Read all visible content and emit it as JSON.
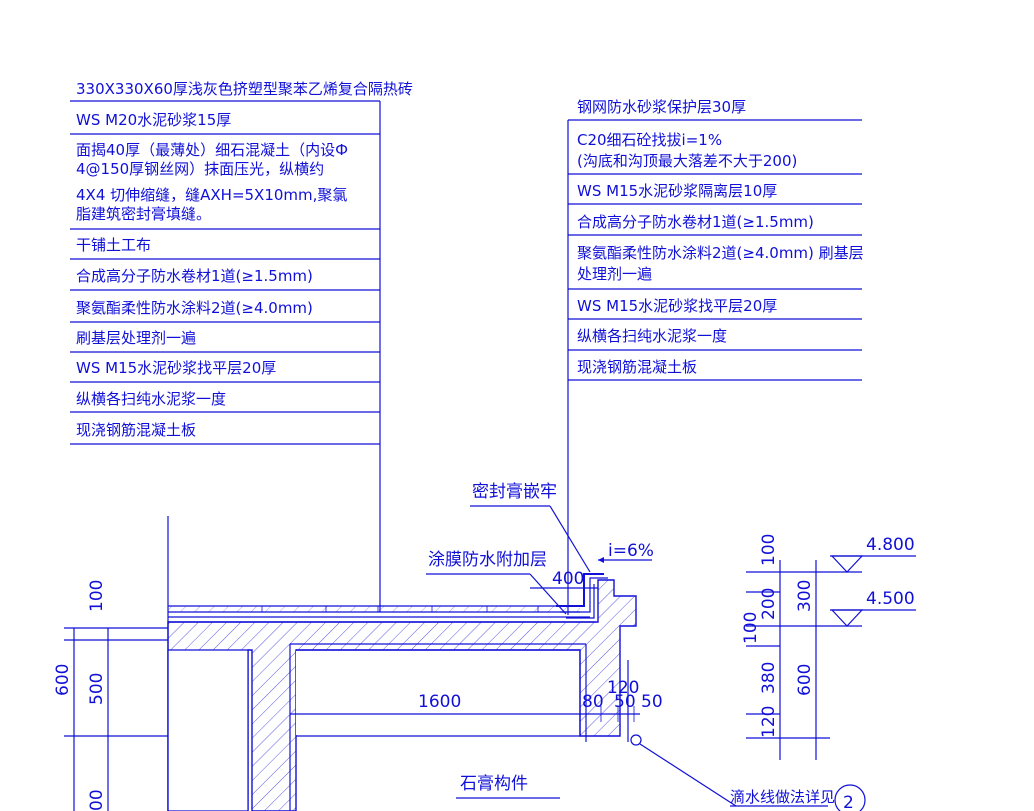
{
  "left_notes": [
    "330X330X60厚浅灰色挤塑型聚苯乙烯复合隔热砖",
    "WS M20水泥砂浆15厚",
    "面揭40厚（最薄处）细石混凝土（内设Ф",
    "4@150厚钢丝网）抹面压光，纵横约",
    "4X4 切伸缩缝，缝AXH=5X10mm,聚氯",
    "脂建筑密封膏填缝。",
    "干铺土工布",
    "合成高分子防水卷材1道(≥1.5mm)",
    "聚氨酯柔性防水涂料2道(≥4.0mm)",
    "刷基层处理剂一遍",
    "WS M15水泥砂浆找平层20厚",
    "纵横各扫纯水泥浆一度",
    "现浇钢筋混凝土板"
  ],
  "right_notes": [
    "钢网防水砂浆保护层30厚",
    "C20细石砼找拔i=1%",
    "(沟底和沟顶最大落差不大于200)",
    "WS M15水泥砂浆隔离层10厚",
    "合成高分子防水卷材1道(≥1.5mm)",
    "聚氨酯柔性防水涂料2道(≥4.0mm) 刷基层",
    "处理剂一遍",
    "WS M15水泥砂浆找平层20厚",
    "纵横各扫纯水泥浆一度",
    "现浇钢筋混凝土板"
  ],
  "callouts": {
    "sealant": "密封膏嵌牢",
    "membrane": "涂膜防水附加层",
    "slope": "i=6%",
    "gypsum": "石膏构件",
    "drip": "滴水线做法详见",
    "detail_no": "2"
  },
  "dims": {
    "d400": "400",
    "d1600": "1600",
    "d120": "120",
    "d80": "80",
    "d50a": "50",
    "d50b": "50",
    "left_100": "100",
    "left_500": "500",
    "left_600": "600",
    "left_100b": "00",
    "r_100": "100",
    "r_200": "200",
    "r_300": "300",
    "r_100b": "100",
    "r_380": "380",
    "r_600": "600",
    "r_120": "120"
  },
  "elevations": [
    "4.800",
    "4.500"
  ]
}
